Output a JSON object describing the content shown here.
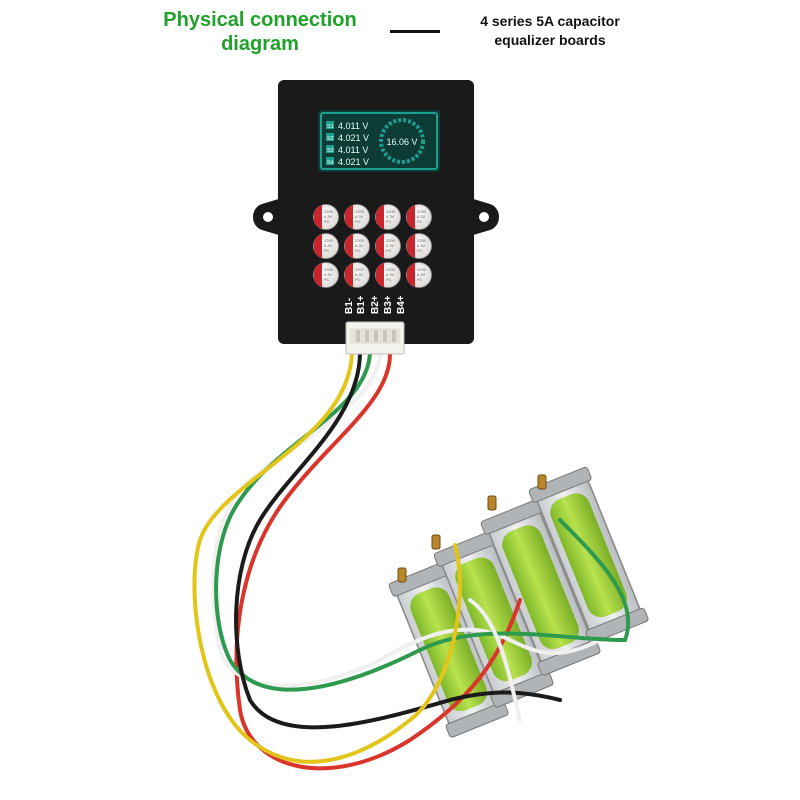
{
  "header": {
    "title_line1": "Physical connection",
    "title_line2": "diagram",
    "product_line1": "4 series 5A capacitor",
    "product_line2": "equalizer boards"
  },
  "display": {
    "cells": [
      {
        "tag": "S1",
        "voltage": "4.011 V"
      },
      {
        "tag": "S2",
        "voltage": "4.021 V"
      },
      {
        "tag": "S3",
        "voltage": "4.011 V"
      },
      {
        "tag": "S4",
        "voltage": "4.021 V"
      }
    ],
    "total_voltage": "16.06 V"
  },
  "capacitor": {
    "line1": "2200",
    "line2": "6.3V",
    "line3": "PC"
  },
  "pins": [
    "B1-",
    "B1+",
    "B2+",
    "B3+",
    "B4+"
  ],
  "colors": {
    "title_green": "#1fa12a",
    "board": "#1a1a1a",
    "lcd_frame": "#1e9e8e",
    "battery_green": "#9fd23a",
    "wire_red": "#d9352b",
    "wire_yellow": "#e3c519",
    "wire_white": "#f0f0f0",
    "wire_green": "#2e9a4d",
    "wire_black": "#1b1b1b"
  }
}
